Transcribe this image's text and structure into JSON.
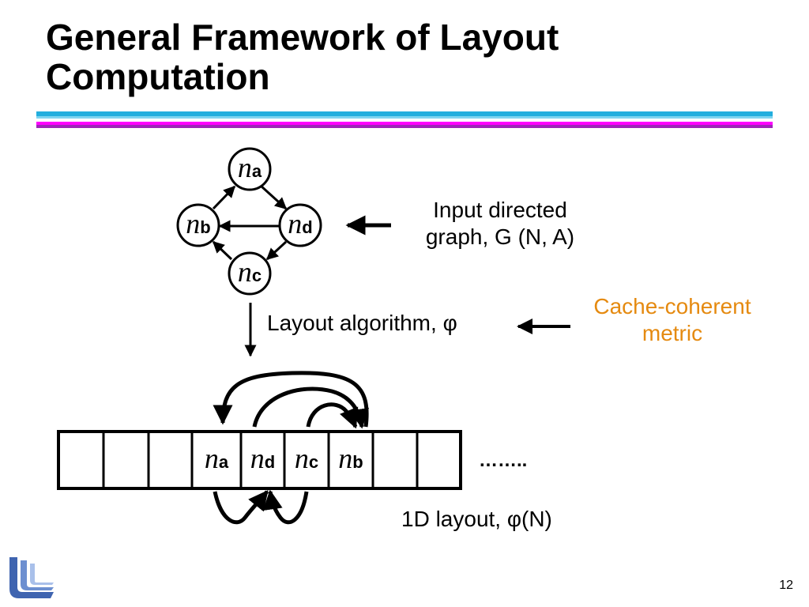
{
  "slide": {
    "title_line1": "General Framework of Layout",
    "title_line2": "Computation",
    "page_number": "12"
  },
  "graph": {
    "nodes": [
      {
        "id": "a",
        "letter": "n",
        "sub": "a"
      },
      {
        "id": "b",
        "letter": "n",
        "sub": "b"
      },
      {
        "id": "c",
        "letter": "n",
        "sub": "c"
      },
      {
        "id": "d",
        "letter": "n",
        "sub": "d"
      }
    ],
    "label_line1": "Input directed",
    "label_line2": "graph, G (N, A)"
  },
  "algorithm": {
    "label": "Layout algorithm, φ",
    "metric_line1": "Cache-coherent",
    "metric_line2": "metric"
  },
  "layout": {
    "cells": [
      {
        "letter": "",
        "sub": ""
      },
      {
        "letter": "",
        "sub": ""
      },
      {
        "letter": "",
        "sub": ""
      },
      {
        "letter": "n",
        "sub": "a"
      },
      {
        "letter": "n",
        "sub": "d"
      },
      {
        "letter": "n",
        "sub": "c"
      },
      {
        "letter": "n",
        "sub": "b"
      },
      {
        "letter": "",
        "sub": ""
      },
      {
        "letter": "",
        "sub": ""
      }
    ],
    "ellipsis": "……..",
    "label": "1D layout, φ(N)"
  },
  "colors": {
    "accent_orange": "#e58a10",
    "rule_cyan": "#22aede",
    "rule_magenta": "#ff00ff",
    "rule_purple": "#9d25b8",
    "logo_blue": "#3f64b0"
  }
}
